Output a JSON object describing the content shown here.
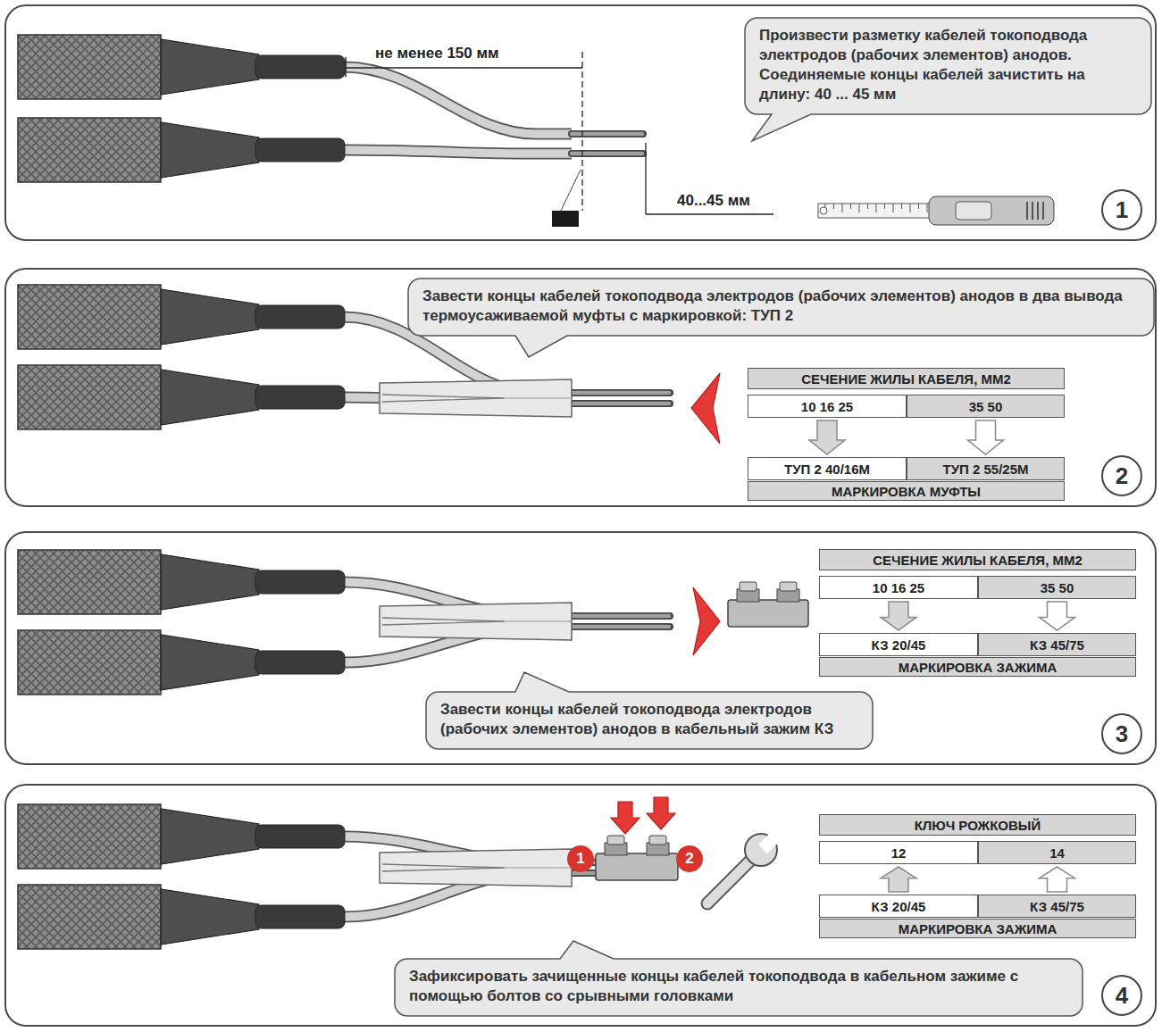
{
  "diagram": {
    "nodes": [
      {
        "text": [
          "1"
        ]
      },
      {
        "text": [
          "Произвести разметку кабелей токоподвода электродов (рабочих элементов) анодов. Соединяемые концы кабелей зачистить на длину: 40 ... 45 мм"
        ],
        "in": 0
      },
      {
        "text": [
          "2"
        ]
      },
      {
        "text": [
          "Завести концы кабелей токоподвода электродов (рабочих элементов) анодов в два вывода термоусаживаемой муфты с маркировкой: ТУП 2"
        ],
        "in": 2
      },
      {
        "text": [
          "СЕЧЕНИЕ ЖИЛЫ КАБЕЛЯ, ММ2"
        ],
        "in": 2
      },
      {
        "text": [
          "10 16 25"
        ],
        "in": 2
      },
      {
        "text": [
          "35 50"
        ],
        "in": 2
      },
      {
        "text": [
          "ТУП 2 40/16М"
        ],
        "in": 2
      },
      {
        "text": [
          "ТУП 2 55/25М"
        ],
        "in": 2
      },
      {
        "text": [
          "МАРКИРОВКА МУФТЫ"
        ],
        "in": 2
      },
      {
        "text": [
          "3"
        ]
      },
      {
        "text": [
          "СЕЧЕНИЕ ЖИЛЫ КАБЕЛЯ, ММ2"
        ],
        "in": 10
      },
      {
        "text": [
          "10 16 25"
        ],
        "in": 10
      },
      {
        "text": [
          "35 50"
        ],
        "in": 10
      },
      {
        "text": [
          "КЗ 20/45"
        ],
        "in": 10
      },
      {
        "text": [
          "КЗ 45/75"
        ],
        "in": 10
      },
      {
        "text": [
          "МАРКИРОВКА ЗАЖИМА"
        ],
        "in": 10
      },
      {
        "text": [
          "Завести концы кабелей токоподвода электродов (рабочих элементов) анодов в кабельный зажим КЗ"
        ],
        "in": 10
      },
      {
        "text": [
          "4"
        ]
      },
      {
        "text": [
          "КЛЮЧ РОЖКОВЫЙ"
        ],
        "in": 18
      },
      {
        "text": [
          "12"
        ],
        "in": 18
      },
      {
        "text": [
          "14"
        ],
        "in": 18
      },
      {
        "text": [
          "КЗ 20/45"
        ],
        "in": 18
      },
      {
        "text": [
          "КЗ 45/75"
        ],
        "in": 18
      },
      {
        "text": [
          "МАРКИРОВКА ЗАЖИМА"
        ],
        "in": 18
      },
      {
        "text": [
          "Зафиксировать зачищенные концы кабелей токоподвода в кабельном зажиме с помощью болтов со срывными головками"
        ],
        "in": 18
      }
    ],
    "edges": [
      {
        "from": 5,
        "to": 7,
        "arrow": "to"
      },
      {
        "from": 6,
        "to": 8,
        "arrow": "to"
      },
      {
        "from": 12,
        "to": 14,
        "arrow": "to"
      },
      {
        "from": 13,
        "to": 15,
        "arrow": "to"
      },
      {
        "from": 22,
        "to": 20,
        "arrow": "to"
      },
      {
        "from": 23,
        "to": 21,
        "arrow": "to"
      }
    ],
    "labels": [
      "не менее 150 мм",
      "40...45 мм",
      "1",
      "2"
    ]
  }
}
